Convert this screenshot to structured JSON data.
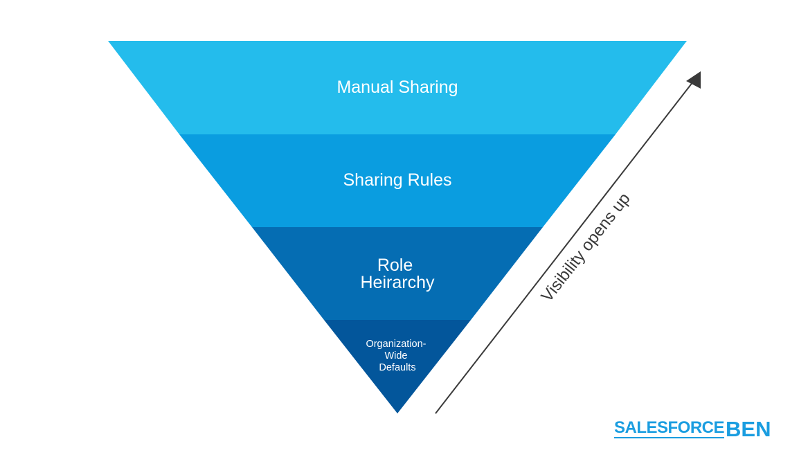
{
  "layers": [
    {
      "label_lines": [
        "Manual Sharing"
      ],
      "color": "#24bcec"
    },
    {
      "label_lines": [
        "Sharing Rules"
      ],
      "color": "#0a9de0"
    },
    {
      "label_lines": [
        "Role",
        "Heirarchy"
      ],
      "color": "#056db3"
    },
    {
      "label_lines": [
        "Organization-",
        "Wide",
        "Defaults"
      ],
      "color": "#03569b"
    }
  ],
  "arrow": {
    "label": "Visibility opens up",
    "color": "#3a3a3a"
  },
  "logo": {
    "part1": "SALESFORCE",
    "part2": "BEN",
    "color": "#1a9de0"
  }
}
